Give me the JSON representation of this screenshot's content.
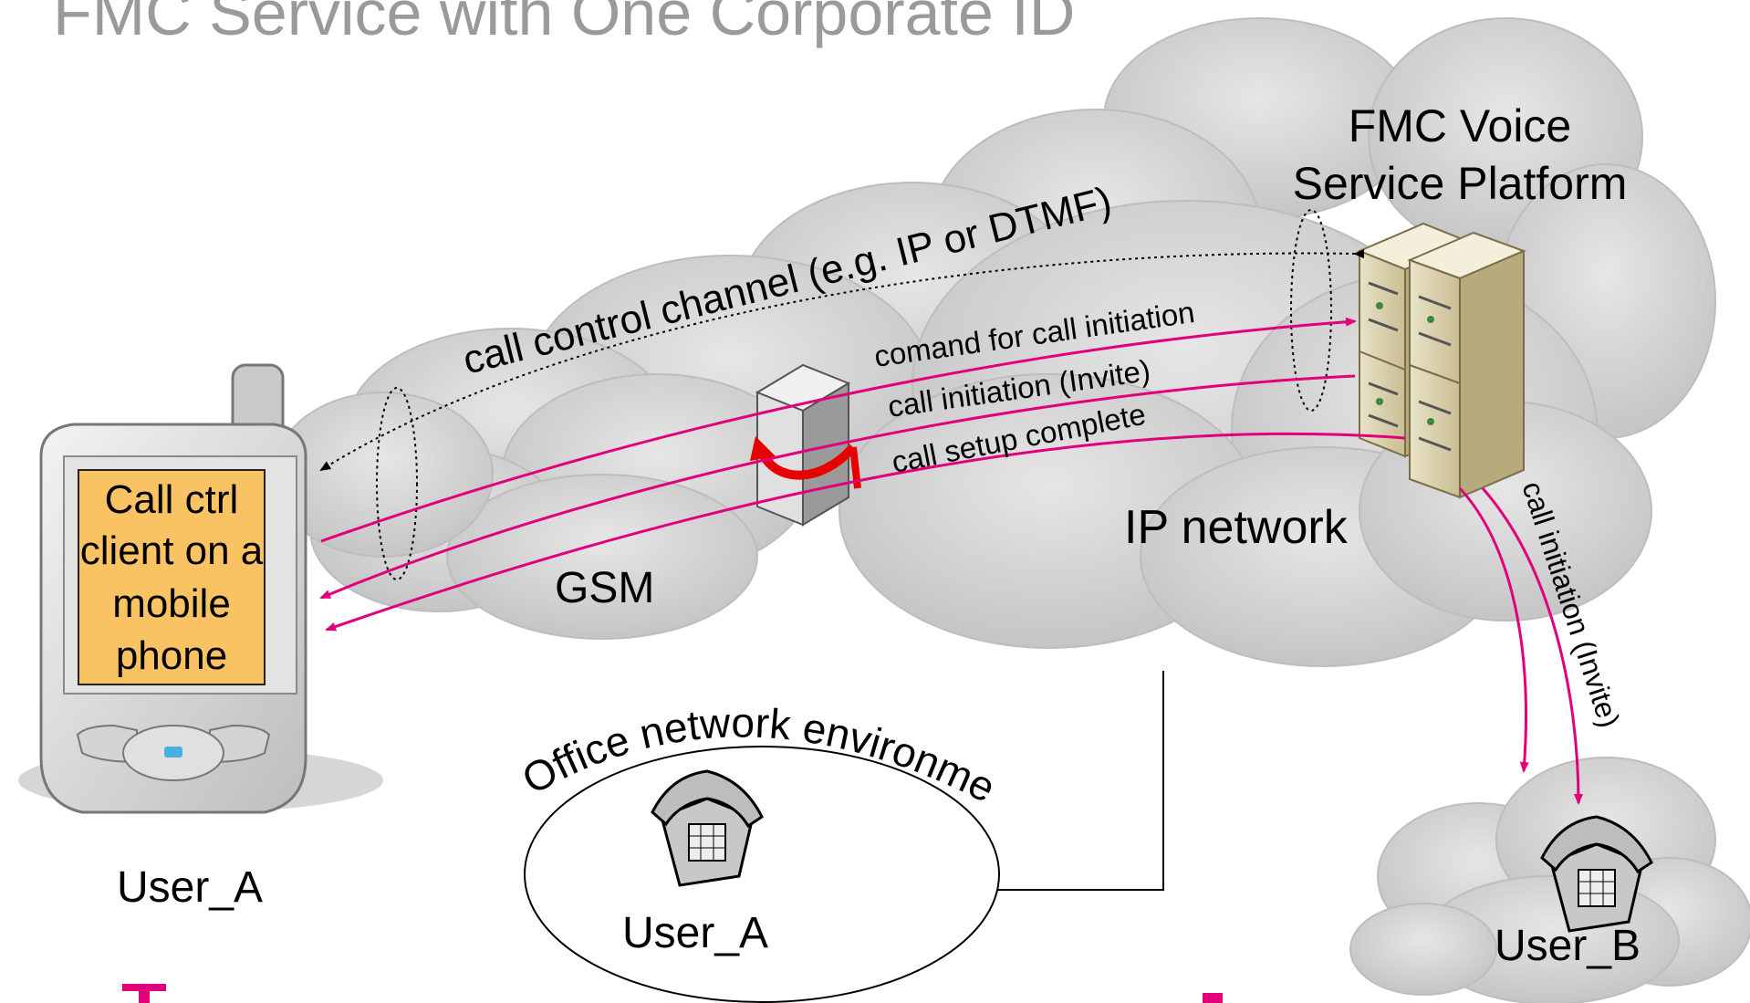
{
  "title": "FMC Service with One Corporate ID",
  "platform": {
    "line1": "FMC Voice",
    "line2": "Service Platform"
  },
  "labels": {
    "call_control_channel": "call control channel (e.g. IP or DTMF)",
    "command_call_initiation": "comand for call initiation",
    "call_initiation_invite": "call initiation (Invite)",
    "call_setup_complete": "call setup complete",
    "call_initiation_invite_vertical": "call initiation (Invite)",
    "ip_network": "IP network",
    "gsm": "GSM",
    "office_network": "Office network environment"
  },
  "mobile_screen": {
    "line1": "Call ctrl",
    "line2": "client on a",
    "line3": "mobile",
    "line4": "phone"
  },
  "users": {
    "mobile_user": "User_A",
    "office_user": "User_A",
    "remote_user": "User_B"
  },
  "colors": {
    "accent": "#e2007a",
    "cloud": "#d4d4d4",
    "screen": "#f9c364",
    "title": "#9a9a9a"
  }
}
